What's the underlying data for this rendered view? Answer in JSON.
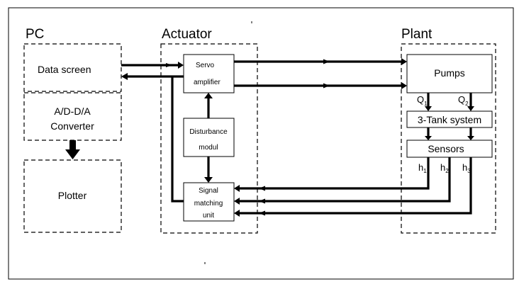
{
  "groups": {
    "pc": "PC",
    "actuator": "Actuator",
    "plant": "Plant"
  },
  "pc": {
    "data_screen": "Data screen",
    "converter_line1": "A/D-D/A",
    "converter_line2": "Converter",
    "plotter": "Plotter"
  },
  "actuator": {
    "servo_line1": "Servo",
    "servo_line2": "amplifier",
    "disturbance_line1": "Disturbance",
    "disturbance_line2": "modul",
    "signal_line1": "Signal",
    "signal_line2": "matching",
    "signal_line3": "unit"
  },
  "plant": {
    "pumps": "Pumps",
    "tank": "3-Tank system",
    "sensors": "Sensors",
    "flows": [
      {
        "symbol": "Q",
        "index": "1"
      },
      {
        "symbol": "Q",
        "index": "2"
      }
    ],
    "levels": [
      {
        "symbol": "h",
        "index": "1"
      },
      {
        "symbol": "h",
        "index": "2"
      },
      {
        "symbol": "h",
        "index": "3"
      }
    ]
  }
}
